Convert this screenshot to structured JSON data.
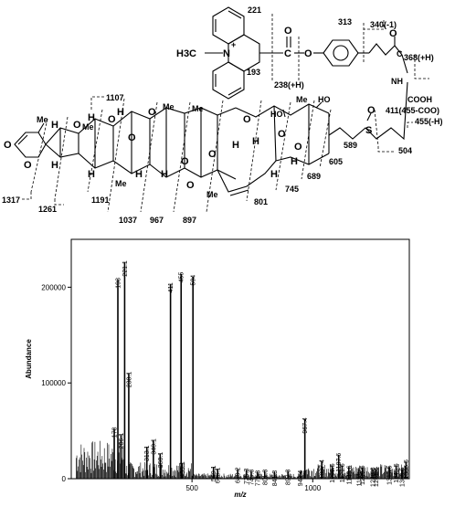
{
  "structure": {
    "acridinium": {
      "methyl": "H3C",
      "charge": "+",
      "nitrogen": "N",
      "fragments": [
        "221",
        "193",
        "238(+H)"
      ]
    },
    "linker": {
      "carbon": "C",
      "oxygen_carbonyl": "O",
      "oxygen_ester": "O",
      "fragments": [
        "313",
        "340(-1)",
        "368(+H)",
        "411(455-COO)",
        "455(-H)",
        "504"
      ],
      "carbonyl_c": "C",
      "carbonyl_o": "O",
      "nh": "NH",
      "cooh": "COOH",
      "sulfur": "S",
      "sulfoxide_o": "O"
    },
    "polyether": {
      "ho_1": "HO",
      "ho_2": "HO",
      "me": "Me",
      "h": "H",
      "o": "O",
      "fragments": [
        "1107",
        "1317",
        "1261",
        "1191",
        "1037",
        "967",
        "897",
        "801",
        "745",
        "689",
        "605",
        "589"
      ]
    }
  },
  "chart_data": {
    "type": "bar",
    "xlabel": "m/z",
    "ylabel": "Abundance",
    "xlim": [
      0,
      1400
    ],
    "ylim": [
      0,
      250000
    ],
    "x_ticks": [
      500,
      1000
    ],
    "y_ticks": [
      0,
      100000,
      200000
    ],
    "y_tick_labels": [
      "0",
      "100000",
      "200000"
    ],
    "labeled_peaks": [
      {
        "mz": "193",
        "value": 208000
      },
      {
        "mz": "221.1",
        "value": 226000
      },
      {
        "mz": "238.1",
        "value": 110000
      },
      {
        "mz": "411",
        "value": 203000
      },
      {
        "mz": "455",
        "value": 214000
      },
      {
        "mz": "504",
        "value": 211000
      },
      {
        "mz": "178",
        "value": 52000
      },
      {
        "mz": "206.1",
        "value": 46000
      },
      {
        "mz": "340.1",
        "value": 40000
      },
      {
        "mz": "313.1",
        "value": 33000
      },
      {
        "mz": "368.1",
        "value": 26000
      },
      {
        "mz": "459.1",
        "value": 16000
      },
      {
        "mz": "589.1",
        "value": 12000
      },
      {
        "mz": "606.1",
        "value": 10000
      },
      {
        "mz": "689.2",
        "value": 10000
      },
      {
        "mz": "725.3",
        "value": 9000
      },
      {
        "mz": "745.3",
        "value": 8000
      },
      {
        "mz": "771.3",
        "value": 7000
      },
      {
        "mz": "801.3",
        "value": 8000
      },
      {
        "mz": "841.3",
        "value": 7000
      },
      {
        "mz": "897.3",
        "value": 8000
      },
      {
        "mz": "948.4",
        "value": 7000
      },
      {
        "mz": "967.4",
        "value": 62000
      },
      {
        "mz": "1037.4",
        "value": 18000
      },
      {
        "mz": "1080.5",
        "value": 14000
      },
      {
        "mz": "1107.6",
        "value": 25000
      },
      {
        "mz": "1121.6",
        "value": 14000
      },
      {
        "mz": "1149.6",
        "value": 12000
      },
      {
        "mz": "1191.6",
        "value": 10000
      },
      {
        "mz": "1205.6",
        "value": 12000
      },
      {
        "mz": "1248.6",
        "value": 10000
      },
      {
        "mz": "1261.6",
        "value": 10000
      },
      {
        "mz": "1317.5",
        "value": 12000
      },
      {
        "mz": "1345.5",
        "value": 14000
      },
      {
        "mz": "1369.5",
        "value": 10000
      },
      {
        "mz": "1386.5",
        "value": 18000
      }
    ]
  }
}
